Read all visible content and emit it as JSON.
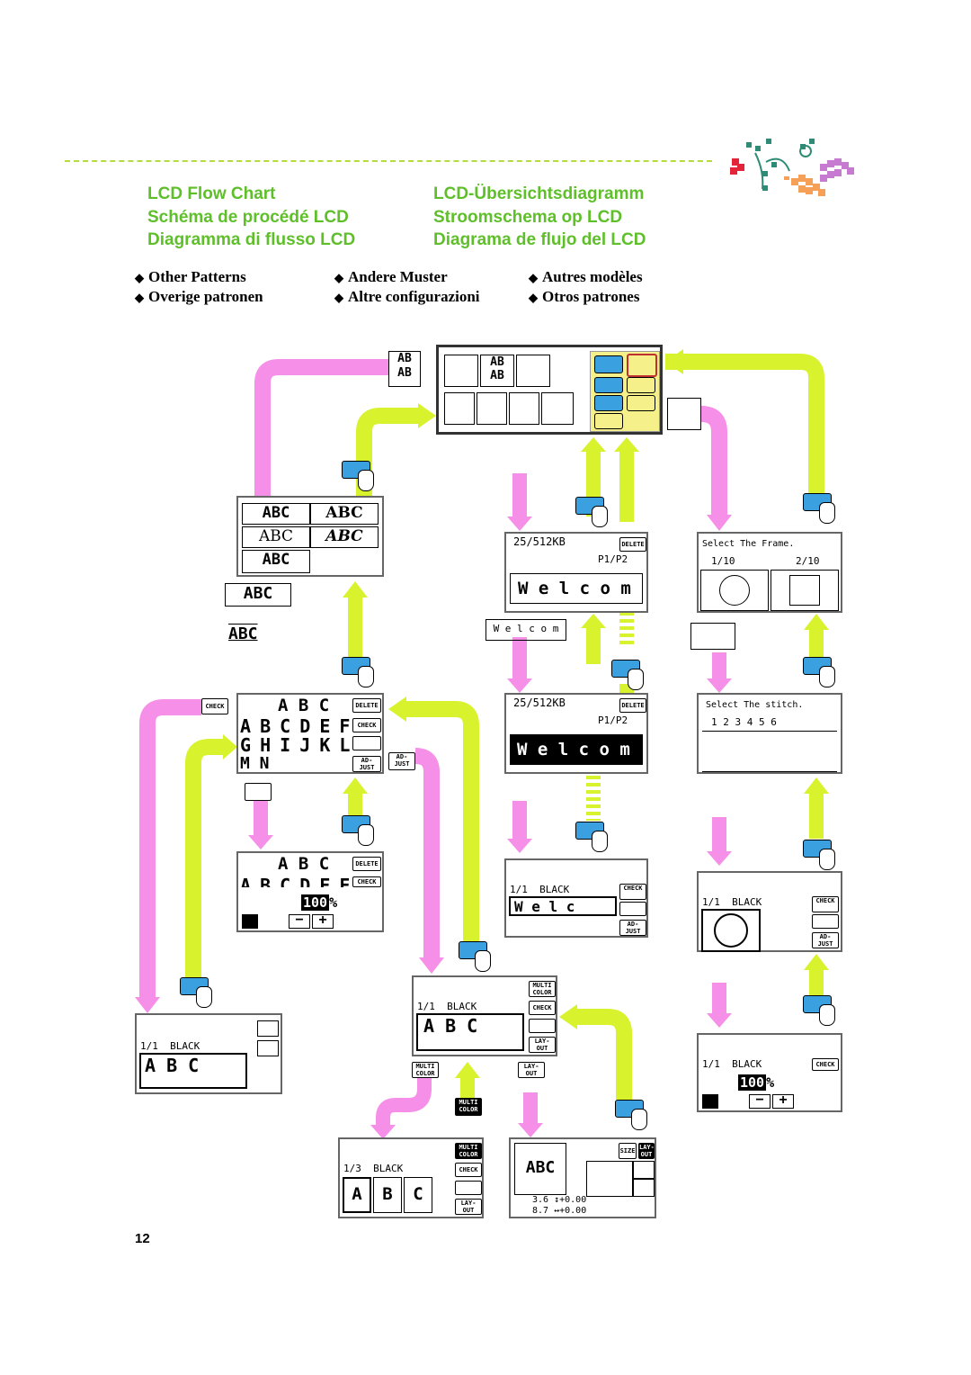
{
  "headings": {
    "left": [
      "LCD Flow Chart",
      "Schéma de procédé LCD",
      "Diagramma di flusso LCD"
    ],
    "right": [
      "LCD-Übersichtsdiagramm",
      "Stroomschema op LCD",
      "Diagrama de flujo del LCD"
    ]
  },
  "bullets": {
    "row1": [
      "Other Patterns",
      "Andere Muster",
      "Autres modèles"
    ],
    "row2": [
      "Overige patronen",
      "Altre configurazioni",
      "Otros patrones"
    ]
  },
  "lcd": {
    "abc": "A B C",
    "abc_font": "ABC",
    "abc_letters": "ABC",
    "welcome": "W e l c o m",
    "welcome_small": "W e l c o m",
    "welc": "W e l c",
    "memory": "25/512KB",
    "page": "P1/P2",
    "select_frame": "Select The Frame.",
    "frame_page1": "1/10",
    "frame_page2": "2/10",
    "select_stitch": "Select The stitch.",
    "stitch_numbers": "1  2  3  4  5  6",
    "color_1_1": "1/1",
    "color_1_3": "1/3",
    "black": "BLACK",
    "percent": "100",
    "pct_sign": "%",
    "size_h": "3.6",
    "size_w": "8.7",
    "offset": "+0.00",
    "row_ghij": "G H I J K L",
    "row_abcdef": "A B C D E F",
    "row_mn": "M N",
    "ab_icon": "AB",
    "a_b_c": "A B C"
  },
  "keys": {
    "delete": "DELETE",
    "check": "CHECK",
    "adjust": "AD- JUST",
    "multi_color": "MULTI COLOR",
    "layout": "LAY- OUT",
    "size": "SIZE"
  },
  "page_number": "12",
  "colors": {
    "green_title": "#5fbf2a",
    "pink_arrow": "#f58fe8",
    "lime_arrow": "#d9f22e",
    "panel_yellow": "#f5f08a",
    "blue_key": "#3aa0e0"
  }
}
